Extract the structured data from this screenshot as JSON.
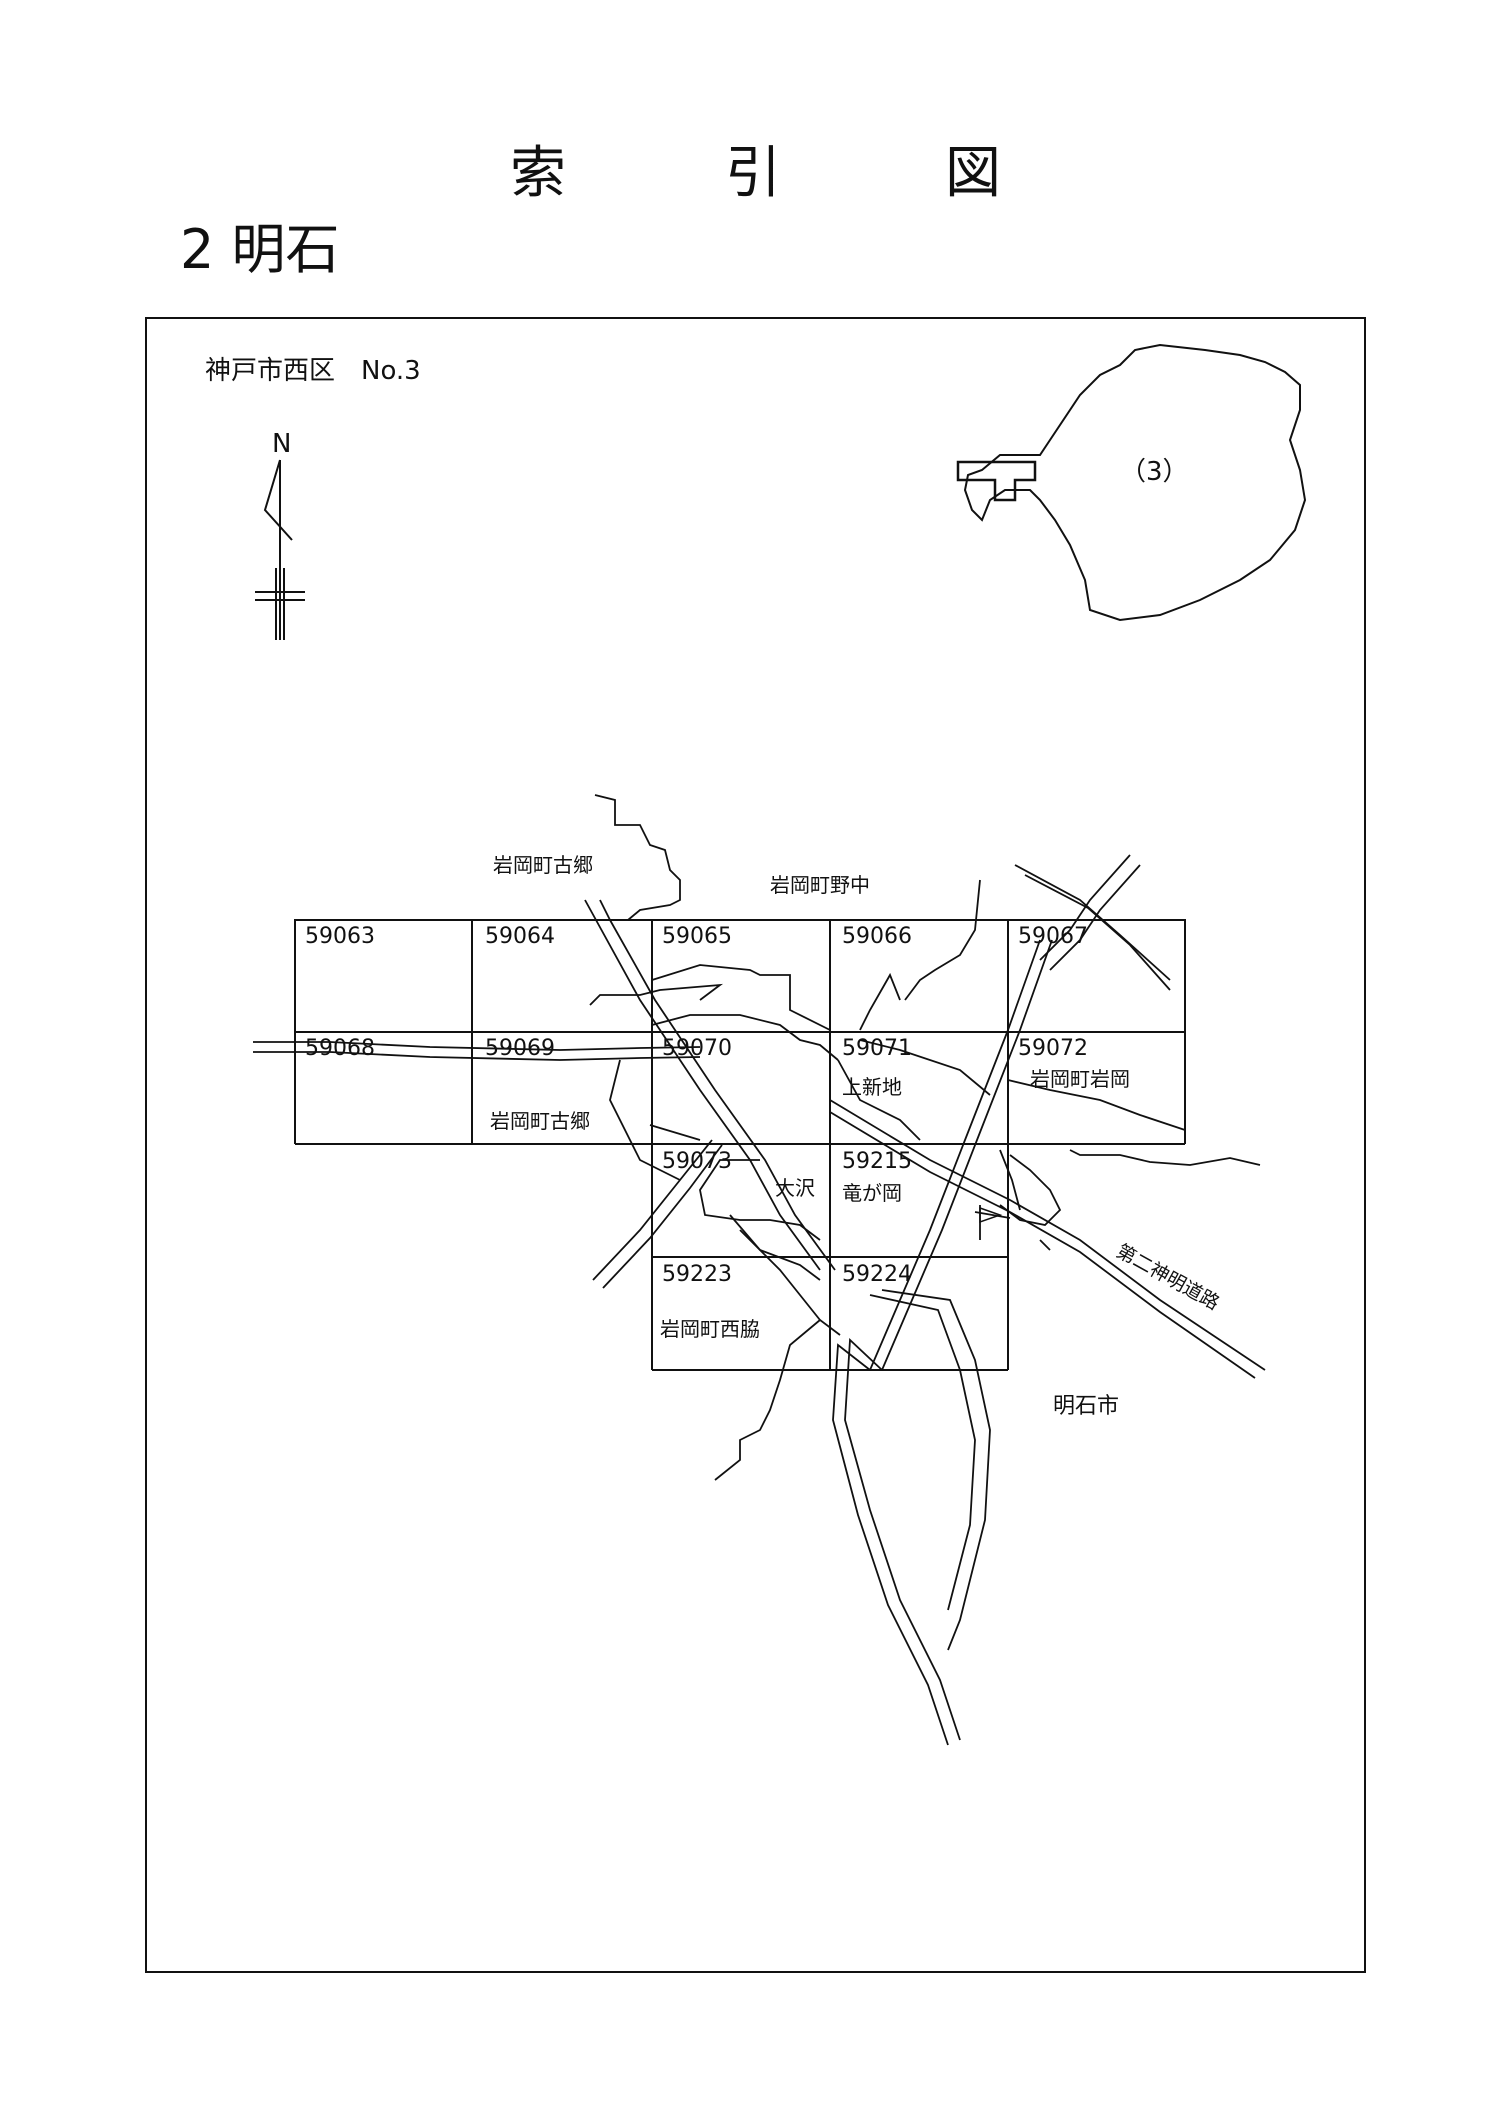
{
  "header": {
    "title_chars": [
      "索",
      "引",
      "図"
    ],
    "subtitle": "2 明石"
  },
  "map": {
    "area_label": "神戸市西区　No.3",
    "north_label": "N",
    "inset_label": "（3）",
    "sheets": [
      "59063",
      "59064",
      "59065",
      "59066",
      "59067",
      "59068",
      "59069",
      "59070",
      "59071",
      "59072",
      "59073",
      "59215",
      "59223",
      "59224"
    ],
    "place_names": {
      "iwaoka_furusato_north": "岩岡町古郷",
      "iwaoka_nonaka": "岩岡町野中",
      "iwaoka_furusato_south": "岩岡町古郷",
      "kamishinchi": "上新地",
      "iwaoka_iwaoka": "岩岡町岩岡",
      "osawa": "大沢",
      "ryugaoka": "竜が岡",
      "iwaoka_nishiwaki": "岩岡町西脇",
      "akashi_city": "明石市",
      "daini_shinmei_road": "第二神明道路"
    },
    "colors": {
      "line": "#111111",
      "background": "#ffffff"
    }
  }
}
